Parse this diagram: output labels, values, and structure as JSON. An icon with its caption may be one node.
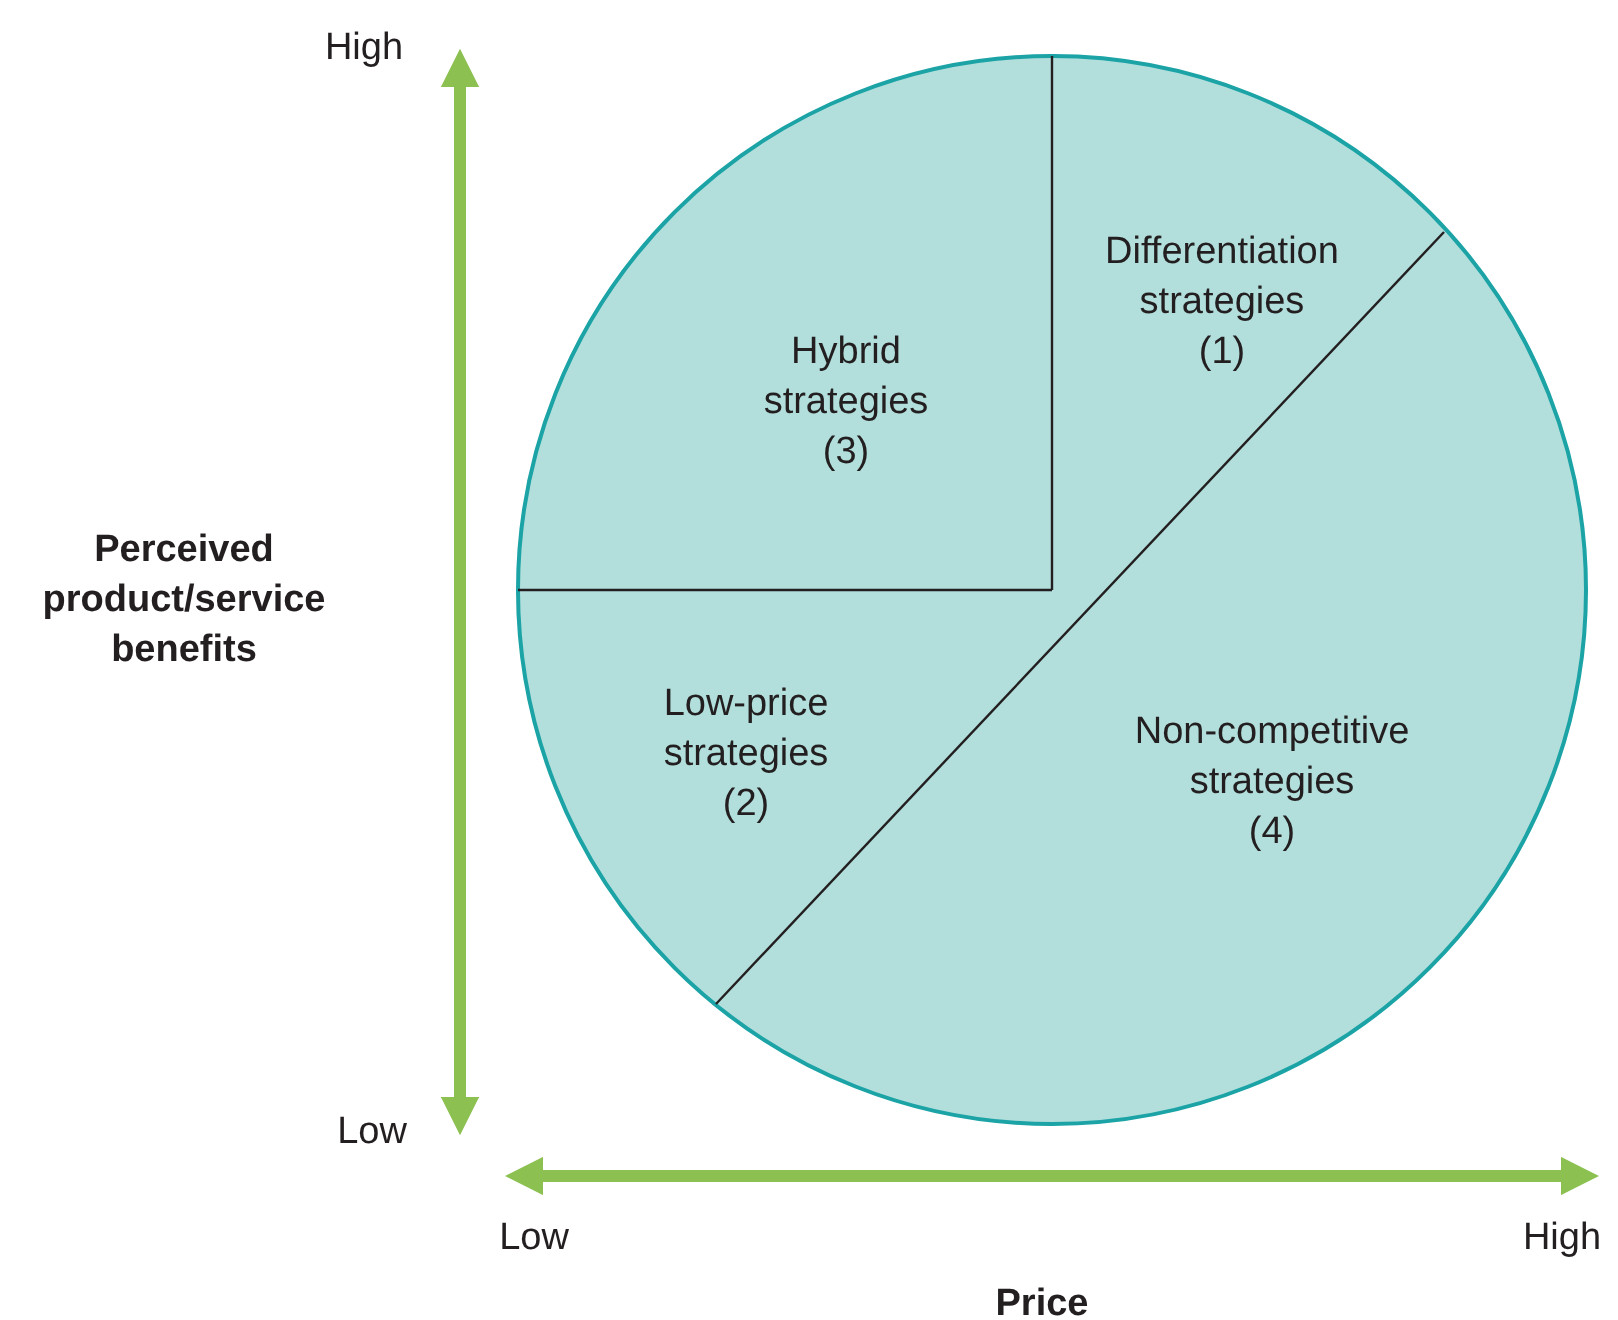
{
  "diagram": {
    "nodes": [
      {
        "text": [],
        "shape": "circle"
      },
      {
        "text": [
          "Differentiation strategies (1)"
        ],
        "in": 0
      },
      {
        "text": [
          "Hybrid strategies (3)"
        ],
        "in": 0
      },
      {
        "text": [
          "Low-price strategies (2)"
        ],
        "in": 0
      },
      {
        "text": [
          "Non-competitive strategies (4)"
        ],
        "in": 0
      }
    ],
    "labels": [
      "High",
      "Perceived product/service benefits",
      "Low",
      "Low",
      "High",
      "Price"
    ]
  }
}
